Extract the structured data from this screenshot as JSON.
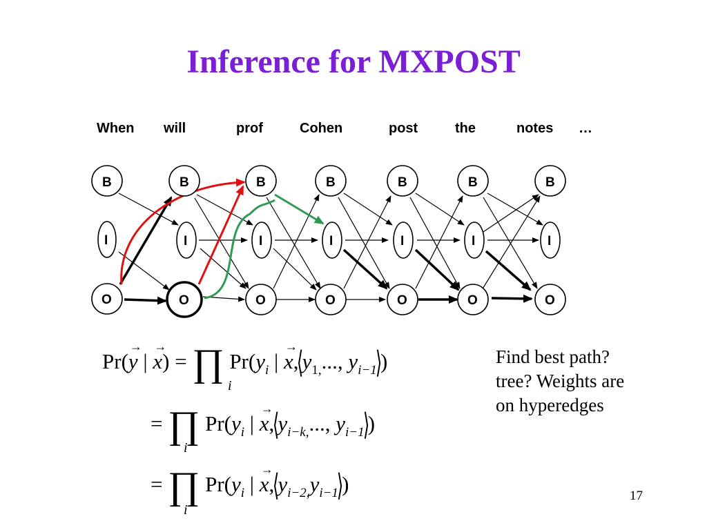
{
  "slide": {
    "title": "Inference for MXPOST",
    "page_number": "17",
    "title_color": "#7a1fd6"
  },
  "lattice": {
    "words": [
      "When",
      "will",
      "prof",
      "Cohen",
      "post",
      "the",
      "notes",
      "…"
    ],
    "states": [
      "B",
      "I",
      "O"
    ],
    "highlight_colors": {
      "red": "#e01010",
      "green": "#2e9a52",
      "black": "#000000"
    }
  },
  "equations": {
    "line1": {
      "lhs": "Pr(",
      "y": "y",
      "bar": "|",
      "x": "x",
      "close": ")",
      "eq": "=",
      "prod": "∏",
      "idx": "i",
      "pr": "Pr(",
      "yi": "y",
      "sub_i": "i",
      "sep": "|",
      "comma": ",",
      "y1": "y",
      "sub_1": "1,",
      "dots": "...,",
      "yim1": "y",
      "sub_im1": "i−1",
      "end": ")"
    },
    "line2": {
      "eq": "=",
      "prod": "∏",
      "idx": "i",
      "pr": "Pr(",
      "yi": "y",
      "sub_i": "i",
      "sep": "|",
      "x": "x",
      "comma": ",",
      "yik": "y",
      "sub_ik": "i−k,",
      "dots": "...,",
      "yim1": "y",
      "sub_im1": "i−1",
      "end": ")"
    },
    "line3": {
      "eq": "=",
      "prod": "∏",
      "idx": "i",
      "pr": "Pr(",
      "yi": "y",
      "sub_i": "i",
      "sep": "|",
      "x": "x",
      "comma": ",",
      "yi2": "y",
      "sub_i2": "i−2,",
      "yim1": "y",
      "sub_im1": "i−1",
      "end": ")"
    }
  },
  "note": {
    "text_lines": [
      "Find best path?",
      "tree? Weights are",
      "on hyperedges"
    ]
  }
}
